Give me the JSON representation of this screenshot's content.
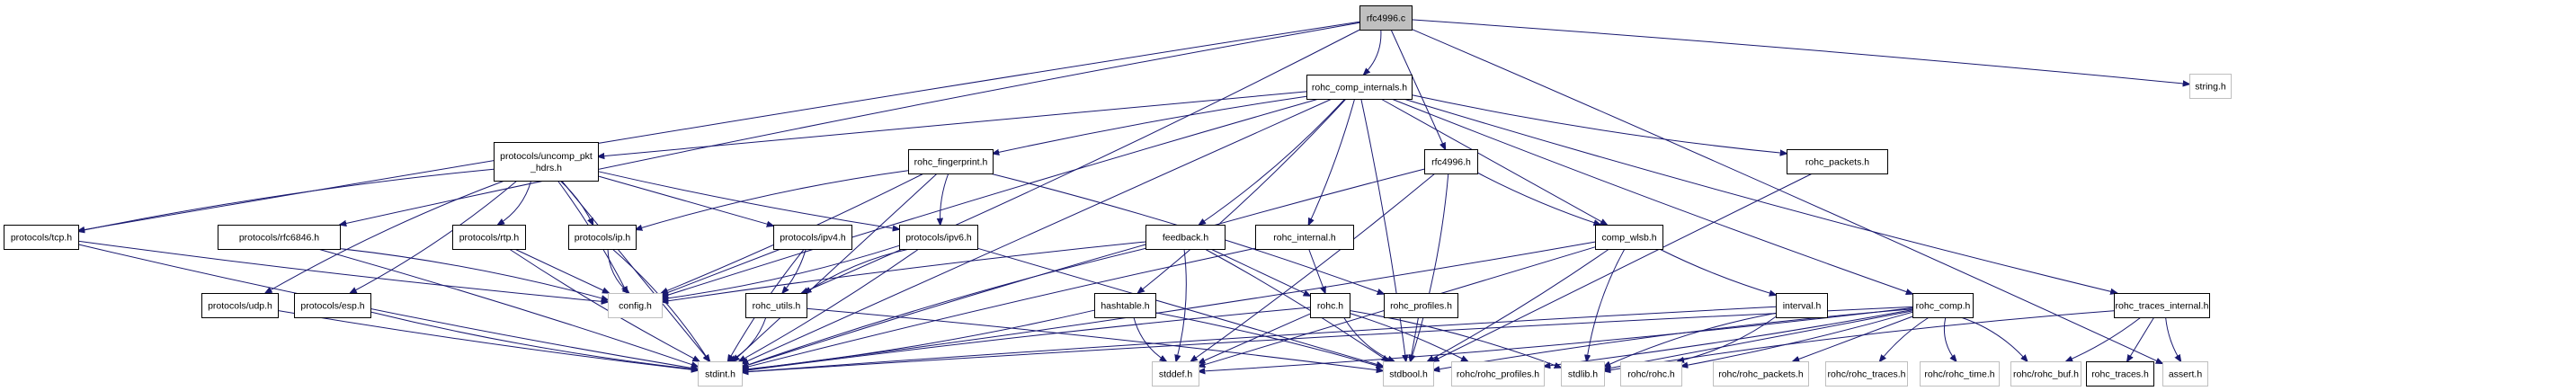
{
  "title": "rfc4996.c",
  "colors": {
    "edge": "#191970",
    "node_border_documented": "#000000",
    "node_border_external": "#bfbfbf",
    "node_fill_root": "#bfbfbf",
    "node_fill": "#ffffff"
  },
  "nodes": [
    {
      "id": "rfc4996_c",
      "label": "rfc4996.c",
      "kind": "root"
    },
    {
      "id": "rohc_comp_internals_h",
      "label": "rohc_comp_internals.h",
      "kind": "documented"
    },
    {
      "id": "string_h",
      "label": "string.h",
      "kind": "external"
    },
    {
      "id": "uncomp_pkt_hdrs_h",
      "label": "protocols/uncomp_pkt\n_hdrs.h",
      "kind": "documented"
    },
    {
      "id": "rohc_fingerprint_h",
      "label": "rohc_fingerprint.h",
      "kind": "documented"
    },
    {
      "id": "rfc4996_h",
      "label": "rfc4996.h",
      "kind": "documented"
    },
    {
      "id": "rohc_packets_h",
      "label": "rohc_packets.h",
      "kind": "documented"
    },
    {
      "id": "tcp_h",
      "label": "protocols/tcp.h",
      "kind": "documented"
    },
    {
      "id": "rfc6846_h",
      "label": "protocols/rfc6846.h",
      "kind": "documented"
    },
    {
      "id": "rtp_h",
      "label": "protocols/rtp.h",
      "kind": "documented"
    },
    {
      "id": "ip_h",
      "label": "protocols/ip.h",
      "kind": "documented"
    },
    {
      "id": "ipv4_h",
      "label": "protocols/ipv4.h",
      "kind": "documented"
    },
    {
      "id": "ipv6_h",
      "label": "protocols/ipv6.h",
      "kind": "documented"
    },
    {
      "id": "feedback_h",
      "label": "feedback.h",
      "kind": "documented"
    },
    {
      "id": "rohc_internal_h",
      "label": "rohc_internal.h",
      "kind": "documented"
    },
    {
      "id": "comp_wlsb_h",
      "label": "comp_wlsb.h",
      "kind": "documented"
    },
    {
      "id": "rohc_comp_h",
      "label": "rohc_comp.h",
      "kind": "documented"
    },
    {
      "id": "rohc_traces_internal_h",
      "label": "rohc_traces_internal.h",
      "kind": "documented"
    },
    {
      "id": "udp_h",
      "label": "protocols/udp.h",
      "kind": "documented"
    },
    {
      "id": "esp_h",
      "label": "protocols/esp.h",
      "kind": "documented"
    },
    {
      "id": "config_h",
      "label": "config.h",
      "kind": "external"
    },
    {
      "id": "rohc_utils_h",
      "label": "rohc_utils.h",
      "kind": "documented"
    },
    {
      "id": "hashtable_h",
      "label": "hashtable.h",
      "kind": "documented"
    },
    {
      "id": "rohc_h",
      "label": "rohc.h",
      "kind": "documented"
    },
    {
      "id": "rohc_profiles_h",
      "label": "rohc_profiles.h",
      "kind": "documented"
    },
    {
      "id": "interval_h",
      "label": "interval.h",
      "kind": "documented"
    },
    {
      "id": "stdint_h",
      "label": "stdint.h",
      "kind": "external"
    },
    {
      "id": "stddef_h",
      "label": "stddef.h",
      "kind": "external"
    },
    {
      "id": "stdbool_h",
      "label": "stdbool.h",
      "kind": "external"
    },
    {
      "id": "rohc_rohc_profiles_h",
      "label": "rohc/rohc_profiles.h",
      "kind": "external"
    },
    {
      "id": "stdlib_h",
      "label": "stdlib.h",
      "kind": "external"
    },
    {
      "id": "rohc_rohc_h",
      "label": "rohc/rohc.h",
      "kind": "external"
    },
    {
      "id": "rohc_rohc_packets_h",
      "label": "rohc/rohc_packets.h",
      "kind": "external"
    },
    {
      "id": "rohc_rohc_traces_h",
      "label": "rohc/rohc_traces.h",
      "kind": "external"
    },
    {
      "id": "rohc_rohc_time_h",
      "label": "rohc/rohc_time.h",
      "kind": "external"
    },
    {
      "id": "rohc_rohc_buf_h",
      "label": "rohc/rohc_buf.h",
      "kind": "external"
    },
    {
      "id": "rohc_traces_h",
      "label": "rohc_traces.h",
      "kind": "documented"
    },
    {
      "id": "assert_h",
      "label": "assert.h",
      "kind": "external"
    }
  ],
  "edges": [
    [
      "rfc4996_c",
      "rohc_comp_internals_h"
    ],
    [
      "rfc4996_c",
      "string_h"
    ],
    [
      "rfc4996_c",
      "rfc4996_h"
    ],
    [
      "rfc4996_c",
      "tcp_h"
    ],
    [
      "rfc4996_c",
      "rfc6846_h"
    ],
    [
      "rfc4996_c",
      "rohc_utils_h"
    ],
    [
      "rfc4996_c",
      "assert_h"
    ],
    [
      "rohc_comp_internals_h",
      "uncomp_pkt_hdrs_h"
    ],
    [
      "rohc_comp_internals_h",
      "rohc_fingerprint_h"
    ],
    [
      "rohc_comp_internals_h",
      "rohc_packets_h"
    ],
    [
      "rohc_comp_internals_h",
      "feedback_h"
    ],
    [
      "rohc_comp_internals_h",
      "rohc_internal_h"
    ],
    [
      "rohc_comp_internals_h",
      "comp_wlsb_h"
    ],
    [
      "rohc_comp_internals_h",
      "rohc_comp_h"
    ],
    [
      "rohc_comp_internals_h",
      "rohc_traces_internal_h"
    ],
    [
      "rohc_comp_internals_h",
      "hashtable_h"
    ],
    [
      "rohc_comp_internals_h",
      "stdbool_h"
    ],
    [
      "rohc_comp_internals_h",
      "stdint_h"
    ],
    [
      "rohc_comp_internals_h",
      "config_h"
    ],
    [
      "uncomp_pkt_hdrs_h",
      "tcp_h"
    ],
    [
      "uncomp_pkt_hdrs_h",
      "rtp_h"
    ],
    [
      "uncomp_pkt_hdrs_h",
      "ip_h"
    ],
    [
      "uncomp_pkt_hdrs_h",
      "ipv4_h"
    ],
    [
      "uncomp_pkt_hdrs_h",
      "ipv6_h"
    ],
    [
      "uncomp_pkt_hdrs_h",
      "udp_h"
    ],
    [
      "uncomp_pkt_hdrs_h",
      "esp_h"
    ],
    [
      "uncomp_pkt_hdrs_h",
      "config_h"
    ],
    [
      "uncomp_pkt_hdrs_h",
      "stdint_h"
    ],
    [
      "rohc_fingerprint_h",
      "ipv6_h"
    ],
    [
      "rohc_fingerprint_h",
      "ip_h"
    ],
    [
      "rohc_fingerprint_h",
      "rohc_profiles_h"
    ],
    [
      "rohc_fingerprint_h",
      "config_h"
    ],
    [
      "rohc_fingerprint_h",
      "stdint_h"
    ],
    [
      "rfc4996_h",
      "comp_wlsb_h"
    ],
    [
      "rfc4996_h",
      "stdint_h"
    ],
    [
      "rfc4996_h",
      "stdbool_h"
    ],
    [
      "rfc4996_h",
      "stddef_h"
    ],
    [
      "rohc_packets_h",
      "stdbool_h"
    ],
    [
      "tcp_h",
      "config_h"
    ],
    [
      "tcp_h",
      "stdint_h"
    ],
    [
      "rfc6846_h",
      "config_h"
    ],
    [
      "rfc6846_h",
      "stdint_h"
    ],
    [
      "rtp_h",
      "config_h"
    ],
    [
      "rtp_h",
      "stdint_h"
    ],
    [
      "ip_h",
      "config_h"
    ],
    [
      "ip_h",
      "stdint_h"
    ],
    [
      "ipv4_h",
      "rohc_utils_h"
    ],
    [
      "ipv4_h",
      "config_h"
    ],
    [
      "ipv4_h",
      "stdint_h"
    ],
    [
      "ipv6_h",
      "rohc_utils_h"
    ],
    [
      "ipv6_h",
      "config_h"
    ],
    [
      "ipv6_h",
      "stdint_h"
    ],
    [
      "ipv6_h",
      "stdbool_h"
    ],
    [
      "udp_h",
      "stdint_h"
    ],
    [
      "esp_h",
      "stdint_h"
    ],
    [
      "rohc_utils_h",
      "stdint_h"
    ],
    [
      "rohc_utils_h",
      "stdbool_h"
    ],
    [
      "feedback_h",
      "rohc_h"
    ],
    [
      "feedback_h",
      "config_h"
    ],
    [
      "feedback_h",
      "stdint_h"
    ],
    [
      "feedback_h",
      "stddef_h"
    ],
    [
      "feedback_h",
      "stdbool_h"
    ],
    [
      "rohc_internal_h",
      "rohc_h"
    ],
    [
      "rohc_internal_h",
      "stdint_h"
    ],
    [
      "hashtable_h",
      "stddef_h"
    ],
    [
      "hashtable_h",
      "stdint_h"
    ],
    [
      "hashtable_h",
      "stdbool_h"
    ],
    [
      "rohc_h",
      "stddef_h"
    ],
    [
      "rohc_h",
      "stdint_h"
    ],
    [
      "rohc_h",
      "stdbool_h"
    ],
    [
      "rohc_h",
      "stdlib_h"
    ],
    [
      "rohc_h",
      "rohc_rohc_profiles_h"
    ],
    [
      "rohc_profiles_h",
      "stdbool_h"
    ],
    [
      "comp_wlsb_h",
      "interval_h"
    ],
    [
      "comp_wlsb_h",
      "stdlib_h"
    ],
    [
      "comp_wlsb_h",
      "stdint_h"
    ],
    [
      "comp_wlsb_h",
      "stdbool_h"
    ],
    [
      "comp_wlsb_h",
      "stddef_h"
    ],
    [
      "interval_h",
      "stdint_h"
    ],
    [
      "interval_h",
      "stdlib_h"
    ],
    [
      "interval_h",
      "rohc_rohc_h"
    ],
    [
      "rohc_comp_h",
      "rohc_rohc_h"
    ],
    [
      "rohc_comp_h",
      "rohc_rohc_packets_h"
    ],
    [
      "rohc_comp_h",
      "rohc_rohc_traces_h"
    ],
    [
      "rohc_comp_h",
      "rohc_rohc_time_h"
    ],
    [
      "rohc_comp_h",
      "rohc_rohc_buf_h"
    ],
    [
      "rohc_comp_h",
      "rohc_rohc_profiles_h"
    ],
    [
      "rohc_comp_h",
      "stdlib_h"
    ],
    [
      "rohc_comp_h",
      "stdint_h"
    ],
    [
      "rohc_comp_h",
      "stdbool_h"
    ],
    [
      "rohc_comp_h",
      "stddef_h"
    ],
    [
      "rohc_traces_internal_h",
      "rohc_rohc_buf_h"
    ],
    [
      "rohc_traces_internal_h",
      "rohc_traces_h"
    ],
    [
      "rohc_traces_internal_h",
      "assert_h"
    ],
    [
      "rohc_traces_internal_h",
      "stdlib_h"
    ]
  ]
}
